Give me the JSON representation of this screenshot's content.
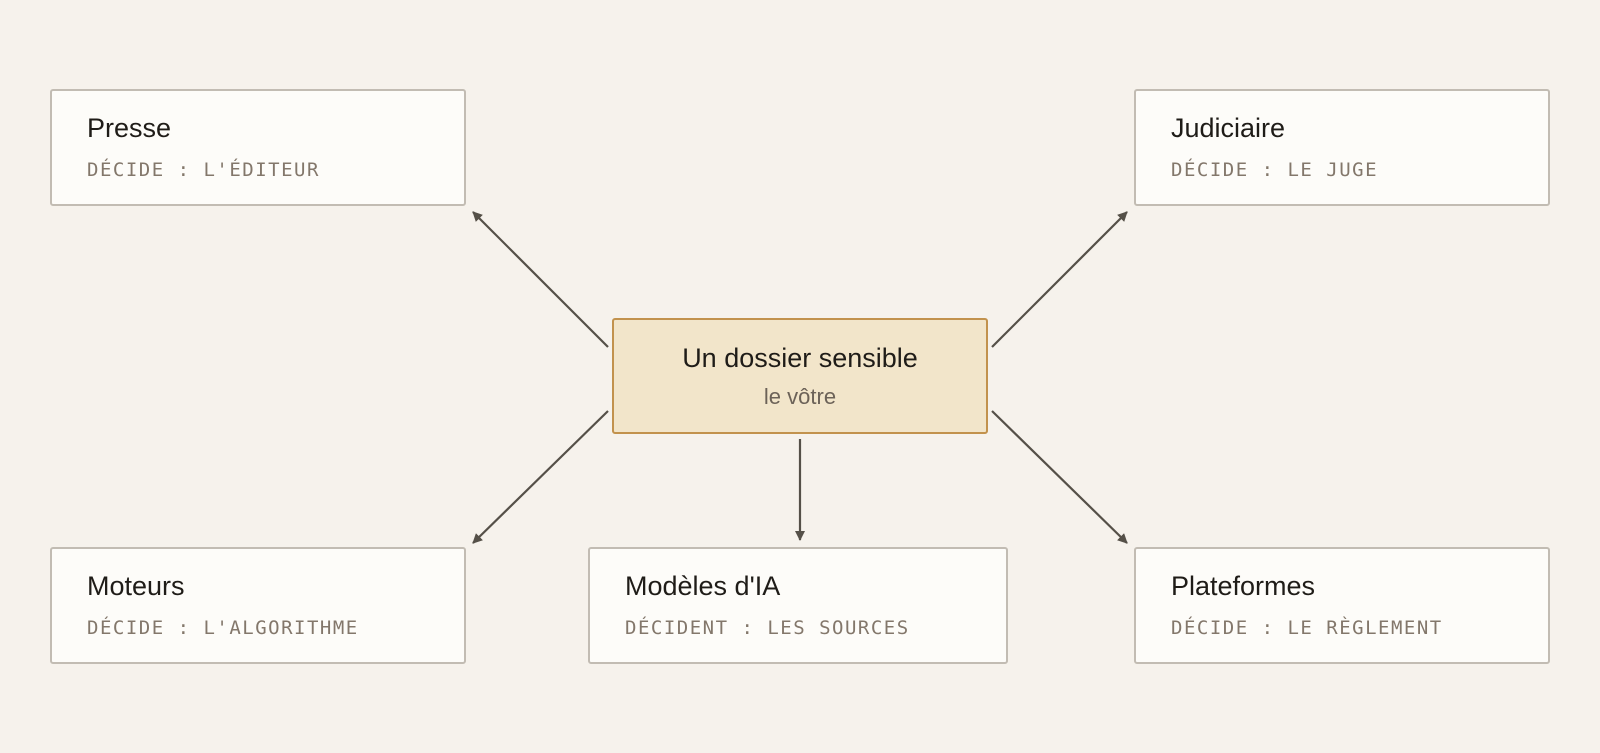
{
  "center": {
    "title": "Un dossier sensible",
    "subtitle": "le vôtre"
  },
  "nodes": {
    "presse": {
      "title": "Presse",
      "subtitle": "DÉCIDE : L'ÉDITEUR"
    },
    "judiciaire": {
      "title": "Judiciaire",
      "subtitle": "DÉCIDE : LE JUGE"
    },
    "moteurs": {
      "title": "Moteurs",
      "subtitle": "DÉCIDE : L'ALGORITHME"
    },
    "ia": {
      "title": "Modèles d'IA",
      "subtitle": "DÉCIDENT : LES SOURCES"
    },
    "plateformes": {
      "title": "Plateformes",
      "subtitle": "DÉCIDE : LE RÈGLEMENT"
    }
  },
  "colors": {
    "background": "#f6f2ec",
    "center_fill": "#f2e5ca",
    "center_border": "#c2924d",
    "node_fill": "#fdfcf9",
    "node_border": "#c2bcb3",
    "arrow": "#555048"
  }
}
